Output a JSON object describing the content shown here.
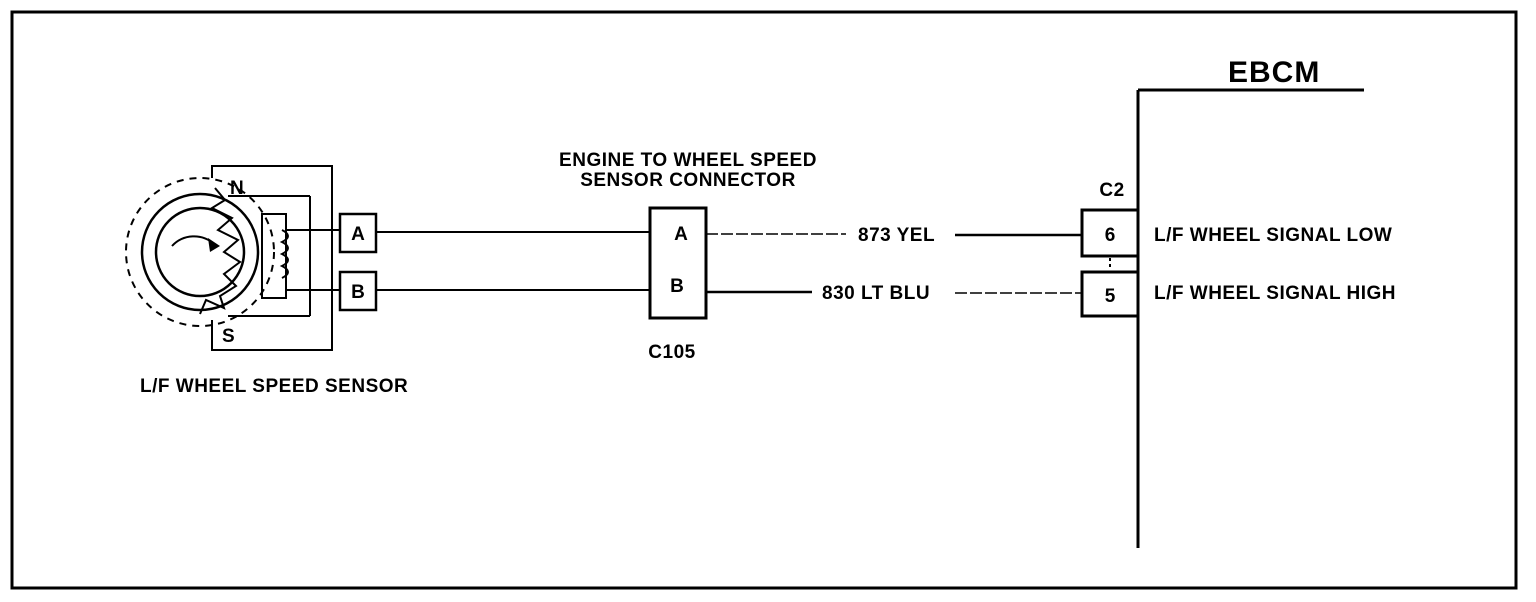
{
  "module": {
    "name": "EBCM",
    "connector_id": "C2",
    "pins": [
      {
        "number": "6",
        "function": "L/F WHEEL SIGNAL LOW"
      },
      {
        "number": "5",
        "function": "L/F WHEEL SIGNAL HIGH"
      }
    ]
  },
  "inline_connector": {
    "title_line1": "ENGINE TO WHEEL SPEED",
    "title_line2": "SENSOR CONNECTOR",
    "id": "C105",
    "terminals": [
      "A",
      "B"
    ]
  },
  "sensor": {
    "name": "L/F WHEEL SPEED SENSOR",
    "pole_north": "N",
    "pole_south": "S",
    "terminals": [
      "A",
      "B"
    ]
  },
  "wires": [
    {
      "circuit": "873 YEL"
    },
    {
      "circuit": "830 LT BLU"
    }
  ]
}
